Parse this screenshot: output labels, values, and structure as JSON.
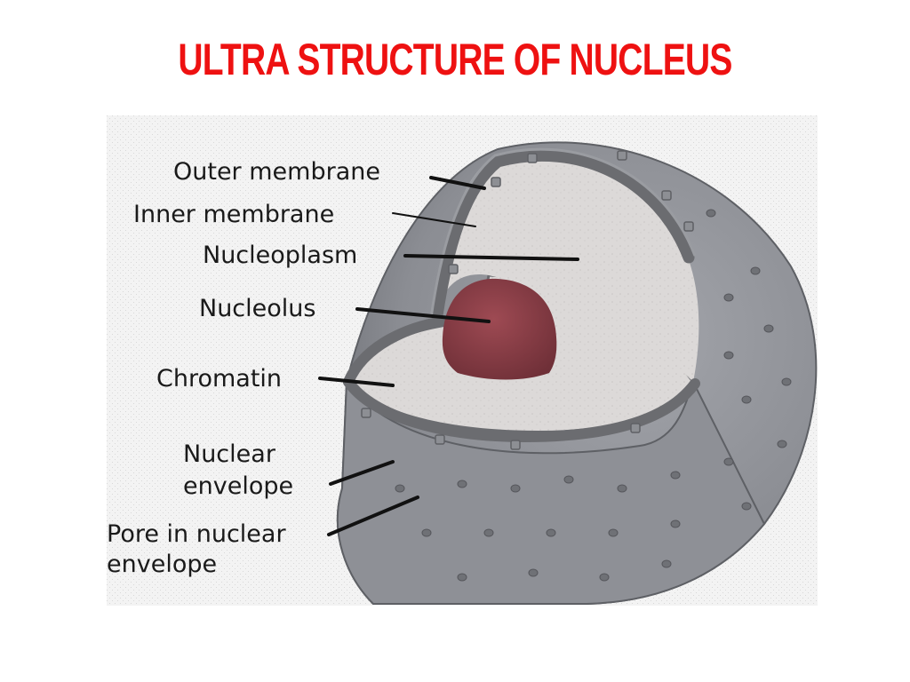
{
  "title": "ULTRA STRUCTURE OF  NUCLEUS",
  "colors": {
    "title": "#ee1111",
    "shell": "#8f9197",
    "nucleoplasm": "#dad7d6",
    "nucleolus": "#8a3e46",
    "membrane": "#6b6c70",
    "leader": "#111111"
  },
  "labels": {
    "outer_membrane": "Outer membrane",
    "inner_membrane": "Inner membrane",
    "nucleoplasm": "Nucleoplasm",
    "nucleolus": "Nucleolus",
    "chromatin": "Chromatin",
    "nuclear_envelope_1": "Nuclear",
    "nuclear_envelope_2": "envelope",
    "pore_1": "Pore in nuclear",
    "pore_2": "envelope"
  }
}
